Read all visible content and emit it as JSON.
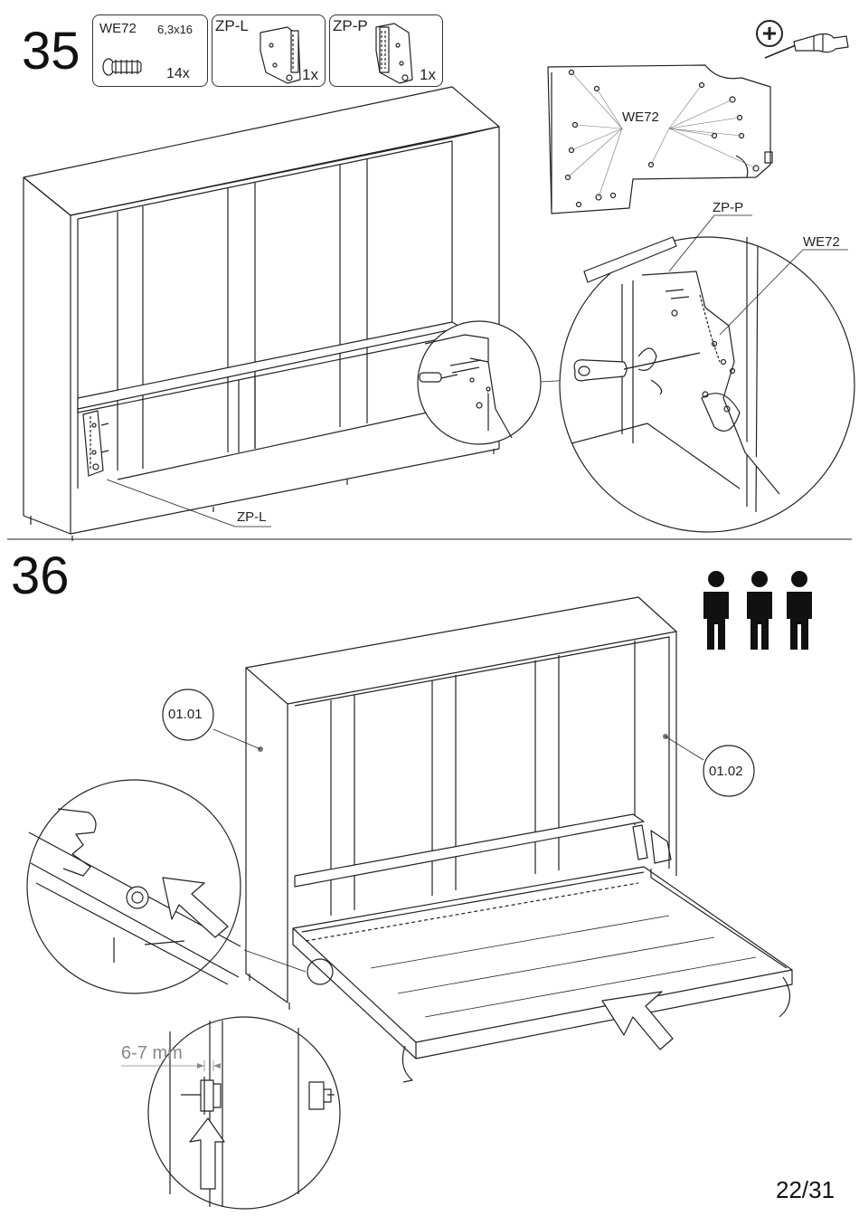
{
  "step35": {
    "number": "35",
    "parts": [
      {
        "code": "WE72",
        "spec": "6,3x16",
        "qty": "14x"
      },
      {
        "code": "ZP-L",
        "qty": "1x"
      },
      {
        "code": "ZP-P",
        "qty": "1x"
      }
    ],
    "tool_icon": "phillips-screwdriver-icon",
    "callouts": {
      "we72_plate": "WE72",
      "zp_p": "ZP-P",
      "we72_zoom": "WE72",
      "zp_l": "ZP-L"
    }
  },
  "step36": {
    "number": "36",
    "people_icon": "three-persons-icon",
    "people_count": 3,
    "part_labels": [
      "01.01",
      "01.02"
    ],
    "gap_dimension": "6-7 mm"
  },
  "page": {
    "number": "22/31"
  }
}
